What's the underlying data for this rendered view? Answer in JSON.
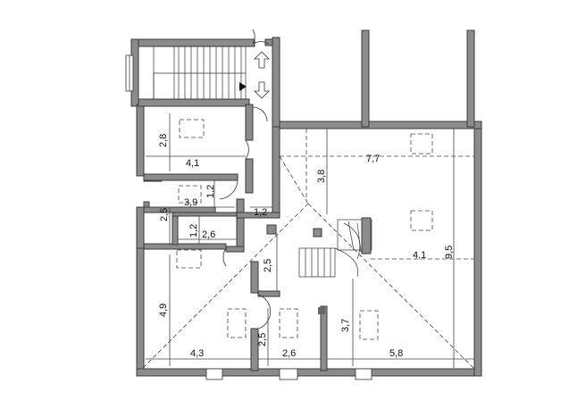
{
  "plan": {
    "dimensions": {
      "d_2_8": "2,8",
      "d_4_1_top": "4,1",
      "d_3_9": "3,9",
      "d_1_2_a": "1,2",
      "d_2_5_a": "2,5",
      "d_1_2_b": "1,2",
      "d_2_6_a": "2,6",
      "d_1_2_c": "1,2",
      "d_2_5_b": "2,5",
      "d_4_9": "4,9",
      "d_2_5_c": "2,5",
      "d_4_3": "4,3",
      "d_2_6_b": "2,6",
      "d_3_7": "3,7",
      "d_5_8": "5,8",
      "d_7_7": "7,7",
      "d_3_8": "3,8",
      "d_4_1_right": "4,1",
      "d_9_5": "9,5"
    },
    "colors": {
      "wall_fill": "#8c8c8c",
      "line": "#333333",
      "background": "#ffffff"
    }
  }
}
